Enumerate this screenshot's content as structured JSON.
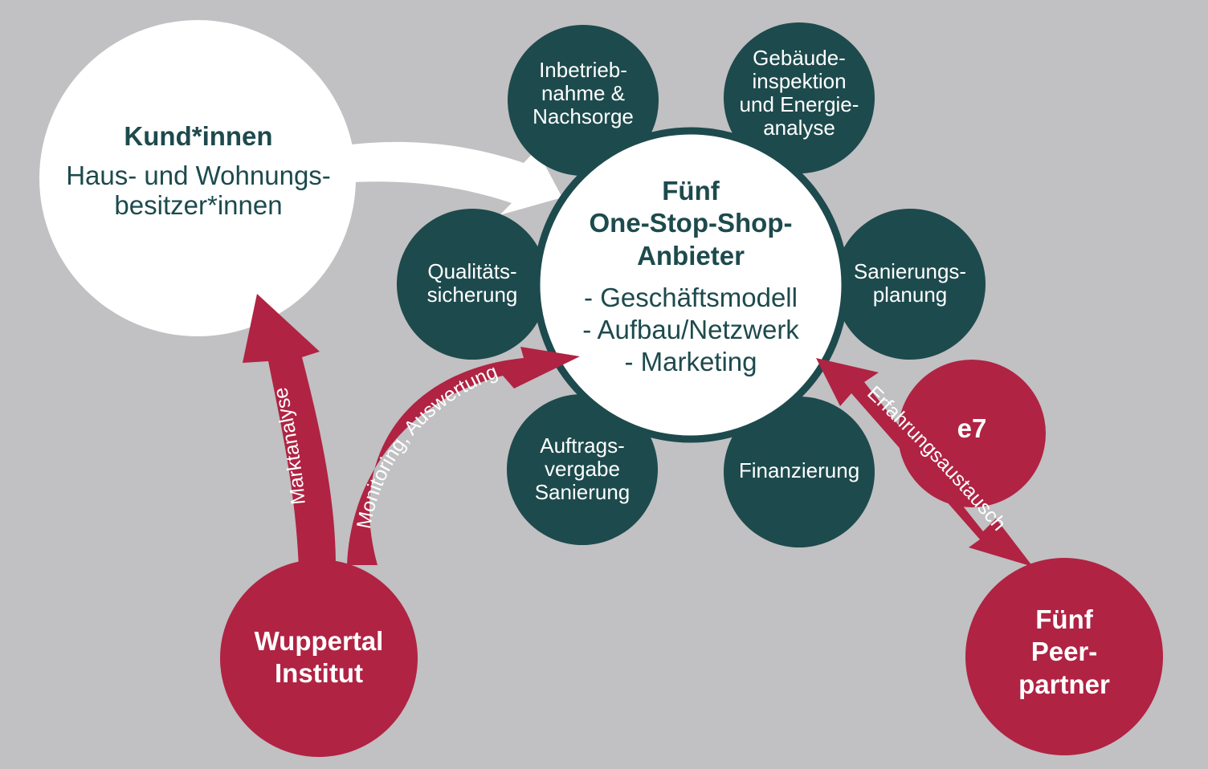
{
  "colors": {
    "background": "#c1c0c2",
    "teal": "#1d4a4d",
    "crimson": "#b02343",
    "white": "#ffffff"
  },
  "customers": {
    "title": "Kund*innen",
    "subtitle_lines": [
      "Haus- und Wohnungs-",
      "besitzer*innen"
    ]
  },
  "center": {
    "title_lines": [
      "Fünf",
      "One-Stop-Shop-",
      "Anbieter"
    ],
    "items": [
      "- Geschäftsmodell",
      "- Aufbau/Netzwerk",
      "- Marketing"
    ]
  },
  "satellites": {
    "commissioning": [
      "Inbetrieb-",
      "nahme &",
      "Nachsorge"
    ],
    "inspection": [
      "Gebäude-",
      "inspektion",
      "und Energie-",
      "analyse"
    ],
    "quality": [
      "Qualitäts-",
      "sicherung"
    ],
    "planning": [
      "Sanierungs-",
      "planung"
    ],
    "contracting": [
      "Auftrags-",
      "vergabe",
      "Sanierung"
    ],
    "financing": [
      "Finanzierung"
    ]
  },
  "wuppertal": {
    "lines": [
      "Wuppertal",
      "Institut"
    ]
  },
  "e7": {
    "label": "e7"
  },
  "peers": {
    "lines": [
      "Fünf",
      "Peer-",
      "partner"
    ]
  },
  "arrows": {
    "market": "Marktanalyse",
    "monitoring": "Monitoring, Auswertung",
    "exchange": "Erfahrungsaustausch"
  }
}
